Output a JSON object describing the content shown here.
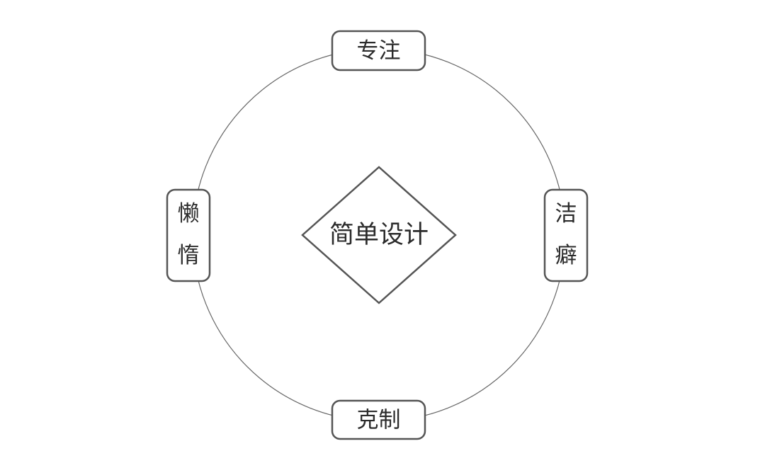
{
  "diagram": {
    "center": {
      "label": "简单设计"
    },
    "nodes": {
      "top": {
        "label": "专注"
      },
      "bottom": {
        "label": "克制"
      },
      "left": {
        "line1": "懒",
        "line2": "惰"
      },
      "right": {
        "line1": "洁",
        "line2": "癖"
      }
    }
  }
}
